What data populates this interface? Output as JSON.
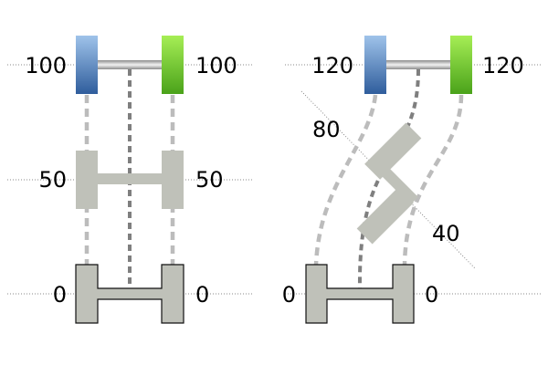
{
  "colors": {
    "body": "#bfc1b9",
    "body_stroke": "#111111",
    "guide": "#8a8a8a",
    "track_light": "#bcbcbc",
    "track_dark": "#7f7f7f",
    "blue_light": "#9fc3ea",
    "blue_dark": "#2f5d9c",
    "green_light": "#a6ee55",
    "green_dark": "#4aa21a",
    "rod_light": "#f2f2f2",
    "rod_dark": "#8c8c8c"
  },
  "left_diagram": {
    "left_labels": [
      "100",
      "50",
      "0"
    ],
    "right_labels": [
      "100",
      "50",
      "0"
    ]
  },
  "right_diagram": {
    "top_left_label": "120",
    "top_right_label": "120",
    "mid_upper_label": "80",
    "mid_lower_label": "40",
    "bottom_left_label": "0",
    "bottom_right_label": "0"
  }
}
